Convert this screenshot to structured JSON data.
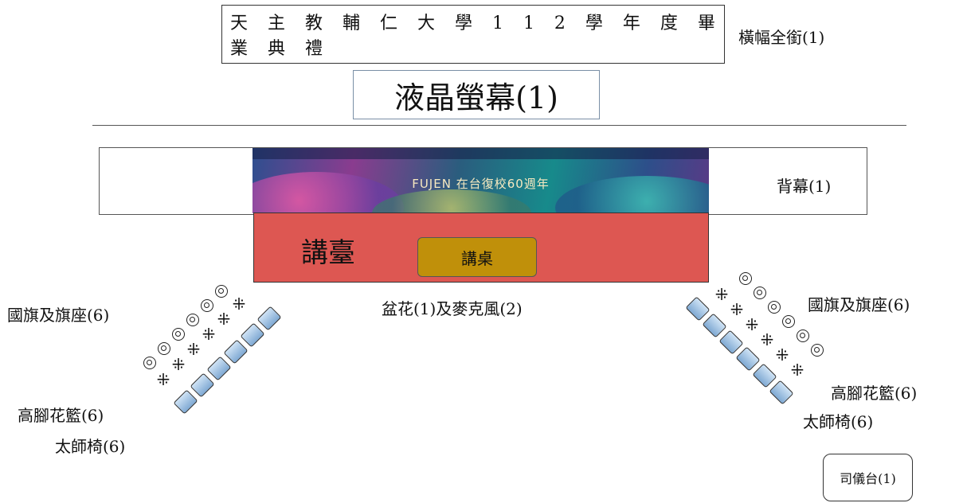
{
  "banner": {
    "text": "天 主 教 輔 仁 大 學 1 1 2 學 年 度 畢 業 典 禮",
    "label": "橫幅全銜(1)"
  },
  "lcd": {
    "label": "液晶螢幕(1)"
  },
  "backdrop": {
    "label": "背幕(1)",
    "image_text": "FUJEN 在台復校60週年"
  },
  "stage": {
    "label": "講臺",
    "lectern": "講桌",
    "below": "盆花(1)及麥克風(2)"
  },
  "left": {
    "flags": "國旗及旗座(6)",
    "baskets": "高腳花籃(6)",
    "chairs": "太師椅(6)"
  },
  "right": {
    "flags": "國旗及旗座(6)",
    "baskets": "高腳花籃(6)",
    "chairs": "太師椅(6)"
  },
  "emcee": {
    "label": "司儀台(1)"
  },
  "colors": {
    "stage": "#dd5752",
    "lectern": "#c0900a",
    "chair": "#9cc3e6"
  }
}
